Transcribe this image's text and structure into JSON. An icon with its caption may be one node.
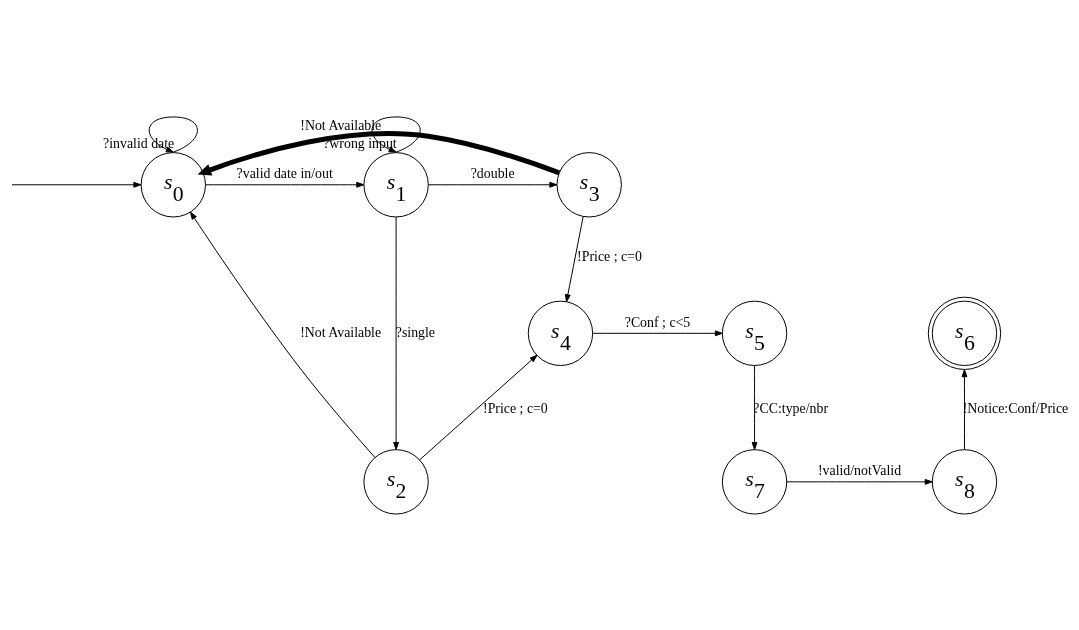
{
  "diagram": {
    "nodes": [
      {
        "text": [
          "s$_{0}$"
        ]
      },
      {
        "text": [
          "s$_{1}$"
        ]
      },
      {
        "text": [
          "s$_{3}$"
        ]
      },
      {
        "text": [
          "s$_{6}$"
        ]
      },
      {
        "text": [
          "s$_{4}$"
        ]
      },
      {
        "text": [
          "s$_{5}$"
        ]
      },
      {
        "text": [
          "s$_{2}$"
        ]
      },
      {
        "text": [
          "s$_{7}$"
        ]
      },
      {
        "text": [
          "s$_{8}$"
        ]
      }
    ],
    "edges": [
      {
        "from": null,
        "to": 0,
        "arrow": "to"
      },
      {
        "from": 0,
        "to": 0,
        "arrow": "to",
        "label": "?invalid date"
      },
      {
        "from": 1,
        "to": 1,
        "arrow": "to",
        "label": "?wrong input"
      },
      {
        "from": 0,
        "to": 1,
        "arrow": "to",
        "label": "?valid date in/out"
      },
      {
        "from": 1,
        "to": 2,
        "arrow": "to",
        "label": "?double"
      },
      {
        "from": 2,
        "to": 0,
        "arrow": "to",
        "label": "!Not Available",
        "style": "thick"
      },
      {
        "from": 2,
        "to": 4,
        "arrow": "to",
        "label": "!Price ; c=0"
      },
      {
        "from": 1,
        "to": 6,
        "arrow": "to",
        "label": "?single"
      },
      {
        "from": 6,
        "to": 0,
        "arrow": "to",
        "label": "!Not Available"
      },
      {
        "from": 6,
        "to": 4,
        "arrow": "to",
        "label": "!Price ; c=0"
      },
      {
        "from": 4,
        "to": 5,
        "arrow": "to",
        "label": "?Conf ; c<5"
      },
      {
        "from": 5,
        "to": 7,
        "arrow": "to",
        "label": "?CC:type/nbr"
      },
      {
        "from": 7,
        "to": 8,
        "arrow": "to",
        "label": "!valid/notValid"
      },
      {
        "from": 8,
        "to": 3,
        "arrow": "to",
        "label": "!Notice:Conf/Price"
      }
    ]
  }
}
